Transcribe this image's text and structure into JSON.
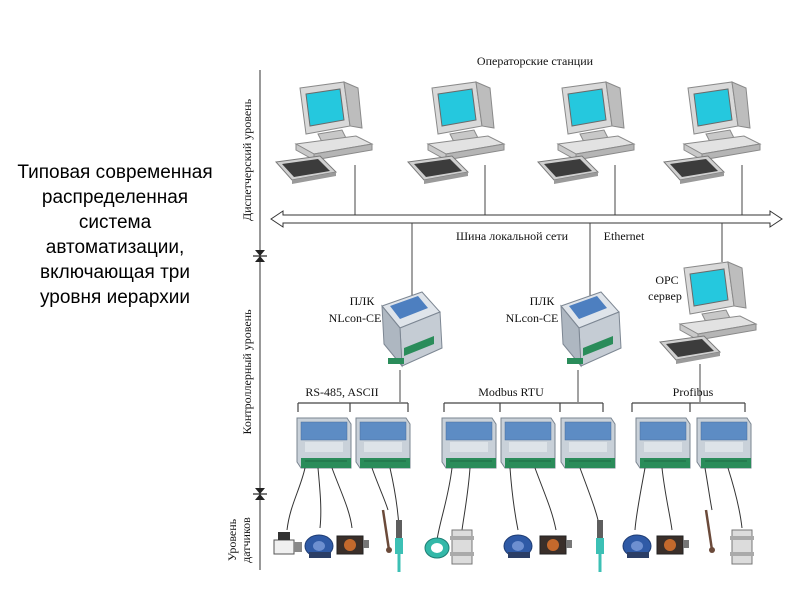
{
  "slide": {
    "caption_lines": [
      "Типовая современная",
      "распределенная",
      "система",
      "автоматизации,",
      "включающая три",
      "уровня иерархии"
    ]
  },
  "diagram": {
    "operator_stations_label": "Операторские станции",
    "lan_bus_label": "Шина локальной сети",
    "ethernet_label": "Ethernet",
    "levels": {
      "dispatcher": "Диспетчерский уровень",
      "controller": "Контроллерный уровень",
      "sensor_line1": "Уровень",
      "sensor_line2": "датчиков"
    },
    "plc_1": {
      "line1": "ПЛК",
      "line2": "NLcon-CE"
    },
    "plc_2": {
      "line1": "ПЛК",
      "line2": "NLcon-CE"
    },
    "opc_server": {
      "line1": "OPC",
      "line2": "сервер"
    },
    "fieldbuses": {
      "bus_1": "RS-485, ASCII",
      "bus_2": "Modbus RTU",
      "bus_3": "Profibus"
    }
  }
}
